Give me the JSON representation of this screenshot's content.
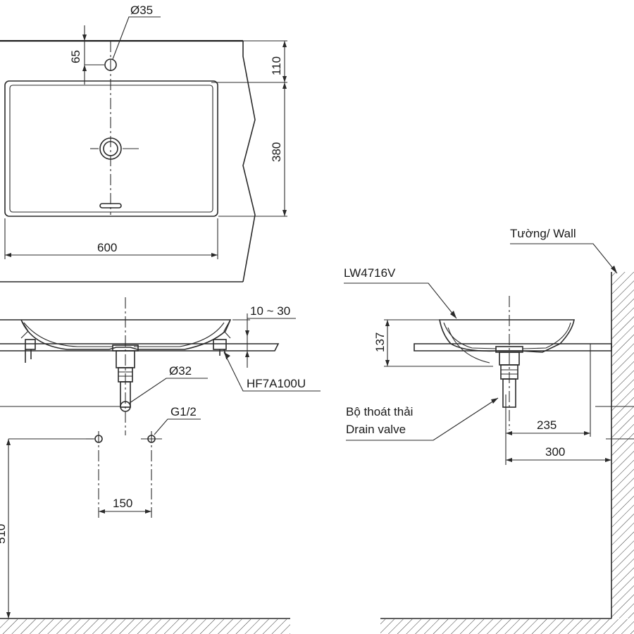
{
  "labels": {
    "hole_diameter": "Ø35",
    "faucet_hole_offset": "65",
    "counter_edge_offset": "110",
    "basin_depth_dim": "380",
    "basin_width_dim": "600",
    "counter_thickness_range": "10 ~ 30",
    "clip_part": "HF7A100U",
    "drain_diameter": "Ø32",
    "supply_thread": "G1/2",
    "supply_spacing": "150",
    "floor_height": "510",
    "wall_label": "Tường/ Wall",
    "model": "LW4716V",
    "basin_height": "137",
    "drain_valve_vi": "Bộ thoát thải",
    "drain_valve_en": "Drain valve",
    "wall_to_drain_inner": "235",
    "wall_to_drain_outer": "300"
  },
  "colors": {
    "line": "#2a2a2a",
    "background": "#ffffff"
  }
}
